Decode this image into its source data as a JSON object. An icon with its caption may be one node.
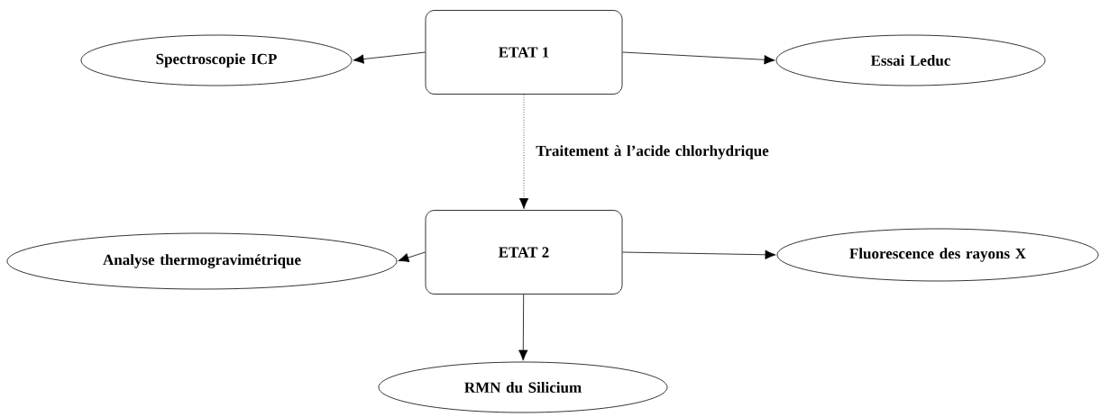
{
  "diagram": {
    "nodes": [
      {
        "text": [
          "Spectroscopie ICP"
        ]
      },
      {
        "text": [
          "ETAT 1"
        ]
      },
      {
        "text": [
          "Essai Leduc"
        ]
      },
      {
        "text": [
          "Analyse thermogravimétrique"
        ]
      },
      {
        "text": [
          "ETAT 2"
        ]
      },
      {
        "text": [
          "Fluorescence des rayons X"
        ]
      },
      {
        "text": [
          "RMN du Silicium"
        ]
      }
    ],
    "edges": [
      {
        "from": 1,
        "to": 0,
        "arrow": "to"
      },
      {
        "from": 1,
        "to": 2,
        "arrow": "to"
      },
      {
        "from": 1,
        "to": 4,
        "arrow": "to",
        "style": "dashed",
        "label": "Traitement à l’acide chlorhydrique"
      },
      {
        "from": 4,
        "to": 3,
        "arrow": "to"
      },
      {
        "from": 4,
        "to": 5,
        "arrow": "to"
      },
      {
        "from": 4,
        "to": 6,
        "arrow": "to"
      }
    ]
  }
}
